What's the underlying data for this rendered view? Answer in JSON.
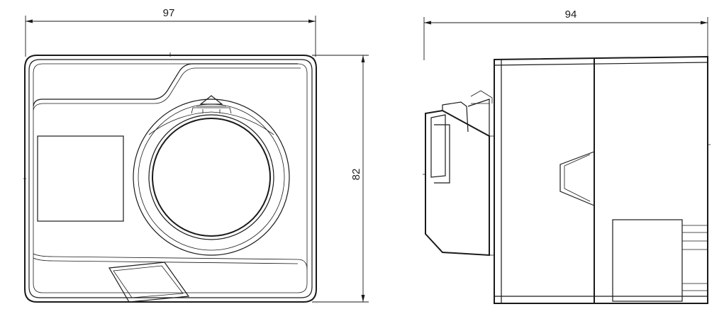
{
  "dimensions": {
    "front_width": "97",
    "front_height": "82",
    "side_width": "94"
  },
  "colors": {
    "line": "#1a1a1a",
    "background": "#ffffff"
  }
}
